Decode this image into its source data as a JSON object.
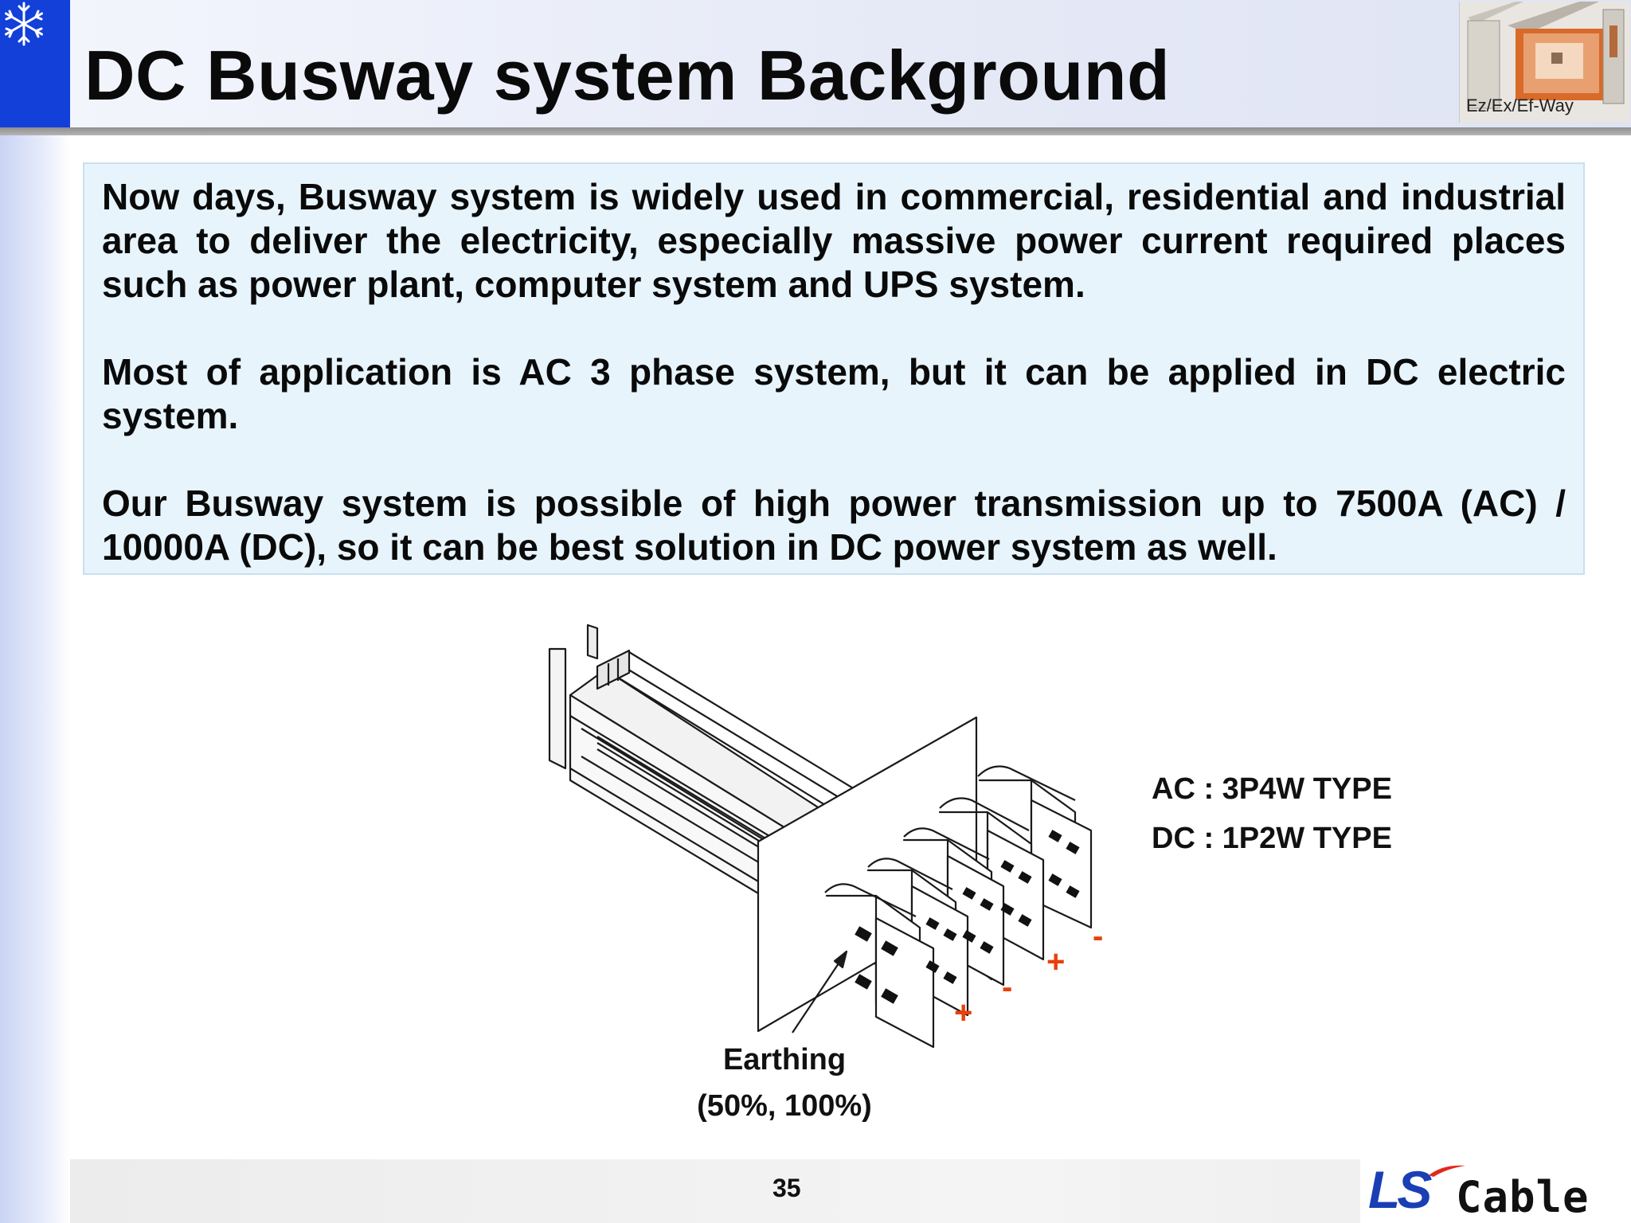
{
  "header": {
    "title": "DC Busway system Background",
    "thumbnail_caption": "Ez/Ex/Ef-Way",
    "decor_icon": "snowflake-icon"
  },
  "body": {
    "paragraphs": [
      "Now days, Busway system is widely used in commercial, residential and industrial area to deliver the electricity, especially massive power current required places such as power plant, computer system and UPS system.",
      "Most of application is AC 3 phase system, but it can be applied in DC electric system.",
      "Our Busway system is possible of high power transmission up to 7500A (AC) / 10000A (DC), so it can be best solution in DC power system as well."
    ]
  },
  "diagram": {
    "ac_type": "AC : 3P4W TYPE",
    "dc_type": "DC : 1P2W TYPE",
    "earthing_label": "Earthing",
    "earthing_values": "(50%, 100%)",
    "polarity_marks": [
      "+",
      "-",
      "+",
      "-"
    ],
    "polarity_color": "#e8400c"
  },
  "footer": {
    "page_number": "35",
    "logo_ls": "LS",
    "logo_cable": "Cable"
  }
}
